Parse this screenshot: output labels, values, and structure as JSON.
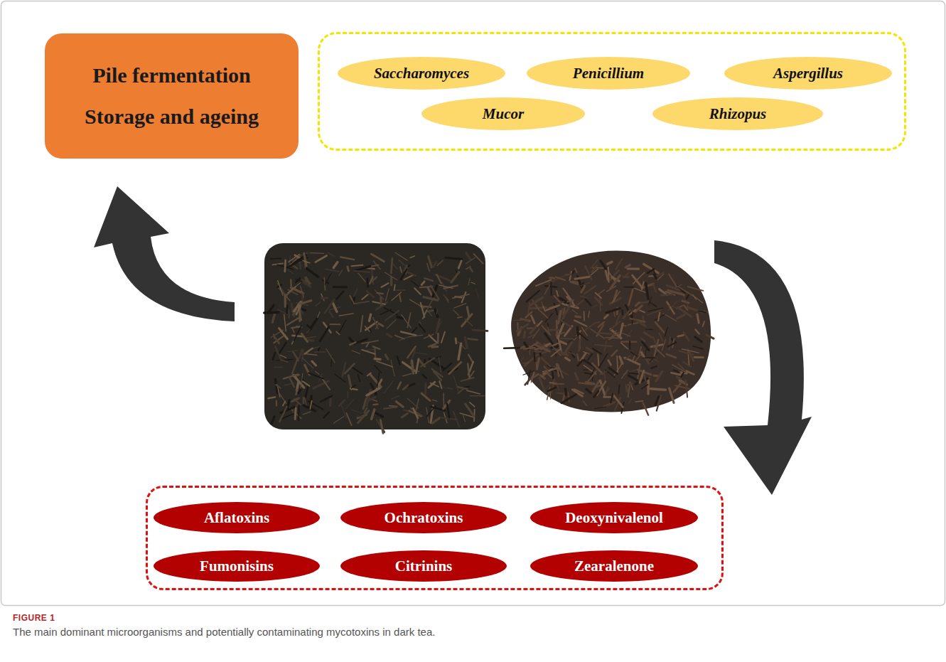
{
  "diagram": {
    "caption": "The main dominant microorganisms and potentially contaminating mycotoxins in dark tea.",
    "nodes": [
      {
        "text": [
          "Pile fermentation",
          "Storage and ageing"
        ]
      },
      {
        "text": []
      },
      {
        "text": [
          "Saccharomyces"
        ],
        "in": 1
      },
      {
        "text": [
          "Penicillium"
        ],
        "in": 1
      },
      {
        "text": [
          "Aspergillus"
        ],
        "in": 1
      },
      {
        "text": [
          "Mucor"
        ],
        "in": 1
      },
      {
        "text": [
          "Rhizopus"
        ],
        "in": 1
      },
      {
        "text": []
      },
      {
        "text": [
          "Aflatoxins"
        ],
        "in": 7
      },
      {
        "text": [
          "Ochratoxins"
        ],
        "in": 7
      },
      {
        "text": [
          "Deoxynivalenol"
        ],
        "in": 7
      },
      {
        "text": [
          "Fumonisins"
        ],
        "in": 7
      },
      {
        "text": [
          "Citrinins"
        ],
        "in": 7
      },
      {
        "text": [
          "Zearalenone"
        ],
        "in": 7
      }
    ],
    "edges": [],
    "labels": [
      "FIGURE 1"
    ]
  }
}
